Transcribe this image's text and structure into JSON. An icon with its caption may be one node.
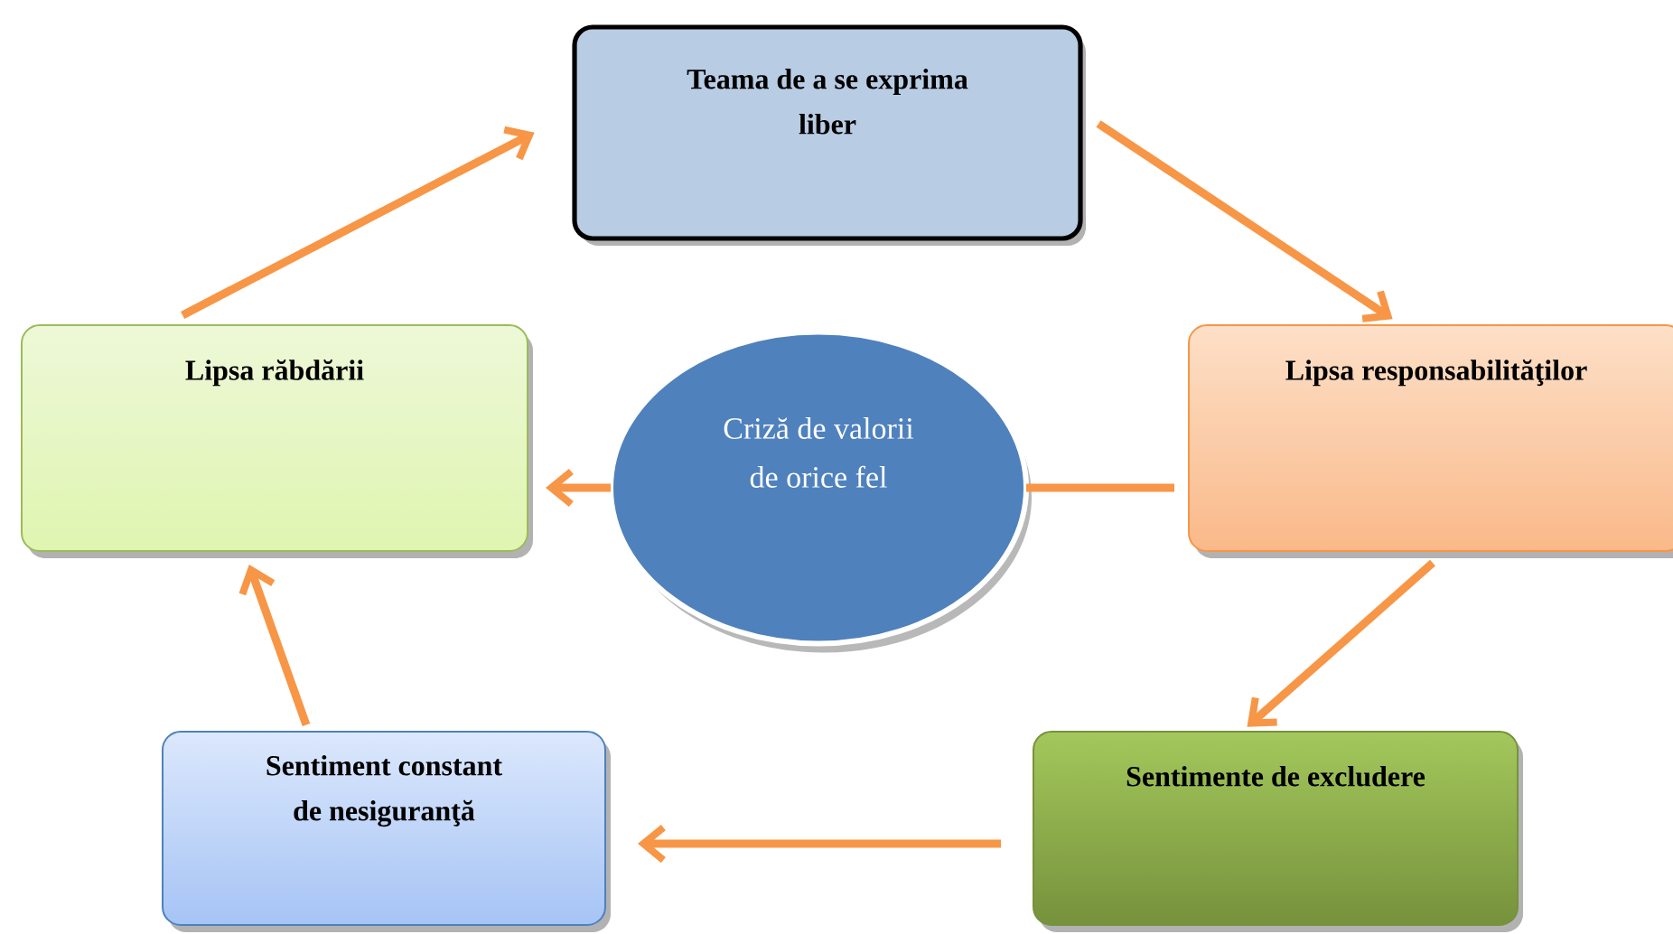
{
  "diagram": {
    "nodes": [
      {
        "text": [
          "Teama de a se exprima liber"
        ]
      },
      {
        "text": [
          "Lipsa responsabilităţilor"
        ]
      },
      {
        "text": [
          "Sentimente de excludere"
        ]
      },
      {
        "text": [
          "Sentiment constant de nesiguranţă"
        ]
      },
      {
        "text": [
          "Lipsa răbdării"
        ]
      },
      {
        "text": [
          "Criză de valorii de orice fel"
        ]
      }
    ],
    "edges": [
      {
        "from": 4,
        "to": 0,
        "arrow": "to"
      },
      {
        "from": 0,
        "to": 1,
        "arrow": "to"
      },
      {
        "from": 1,
        "to": 2,
        "arrow": "to"
      },
      {
        "from": 2,
        "to": 3,
        "arrow": "to"
      },
      {
        "from": 3,
        "to": 4,
        "arrow": "to"
      },
      {
        "from": 1,
        "to": 5,
        "arrow": "none"
      },
      {
        "from": 5,
        "to": 4,
        "arrow": "to"
      }
    ]
  }
}
